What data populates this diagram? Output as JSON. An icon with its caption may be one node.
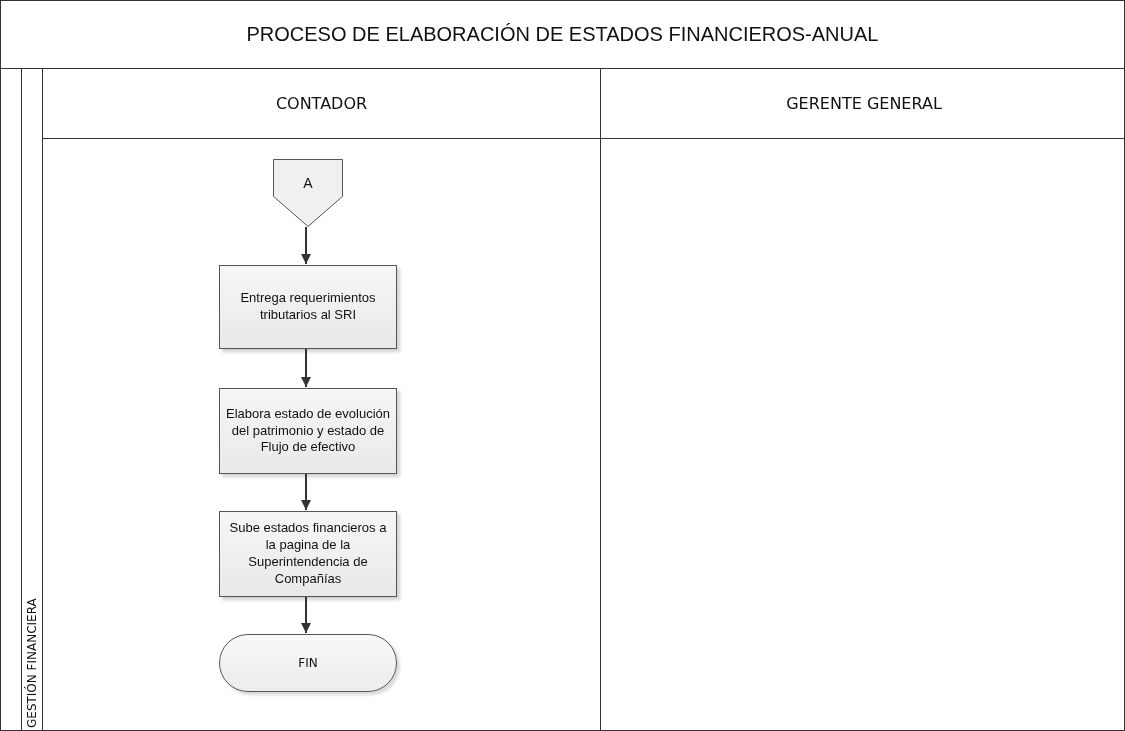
{
  "diagram": {
    "title": "PROCESO DE ELABORACIÓN DE ESTADOS FINANCIEROS-ANUAL",
    "nodes": [
      {
        "text": [
          "GESTIÓN FINANCIERA"
        ]
      },
      {
        "text": [
          "CONTADOR"
        ],
        "in": 0
      },
      {
        "text": [
          "GERENTE GENERAL"
        ],
        "in": 0
      },
      {
        "text": [
          "A"
        ],
        "in": 1
      },
      {
        "text": [
          "Entrega requerimientos tributarios al SRI"
        ],
        "in": 1
      },
      {
        "text": [
          "Elabora estado de evolución del patrimonio y estado de Flujo de efectivo"
        ],
        "in": 1
      },
      {
        "text": [
          "Sube estados financieros a la pagina de la Superintendencia de Compañías"
        ],
        "in": 1
      },
      {
        "text": [
          "FIN"
        ],
        "in": 1
      }
    ],
    "edges": [
      {
        "from": 3,
        "to": 4,
        "arrow": "to"
      },
      {
        "from": 4,
        "to": 5,
        "arrow": "to"
      },
      {
        "from": 5,
        "to": 6,
        "arrow": "to"
      },
      {
        "from": 6,
        "to": 7,
        "arrow": "to"
      }
    ]
  }
}
